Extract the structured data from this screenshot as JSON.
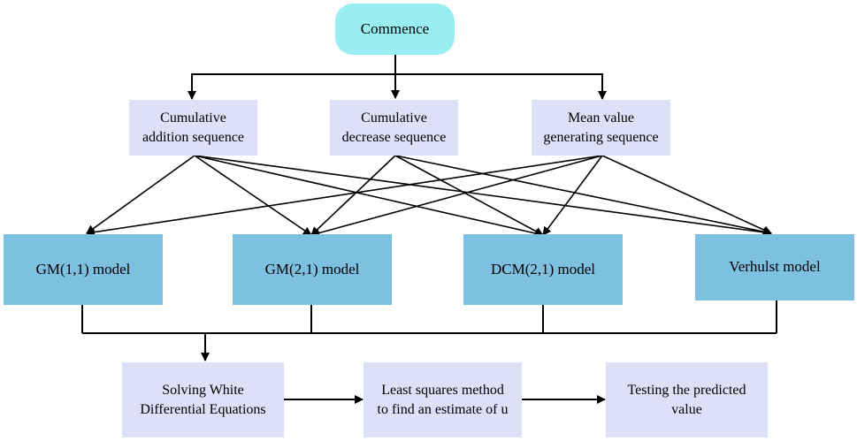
{
  "start": {
    "label": "Commence"
  },
  "sequences": [
    {
      "label": "Cumulative\naddition sequence"
    },
    {
      "label": "Cumulative\ndecrease sequence"
    },
    {
      "label": "Mean value\ngenerating sequence"
    }
  ],
  "models": [
    {
      "label": "GM(1,1) model"
    },
    {
      "label": "GM(2,1) model"
    },
    {
      "label": "DCM(2,1) model"
    },
    {
      "label": "Verhulst model"
    }
  ],
  "steps": [
    {
      "label": "Solving White\nDifferential Equations"
    },
    {
      "label": "Least squares method\nto find an estimate of u"
    },
    {
      "label": "Testing the predicted\nvalue"
    }
  ],
  "colors": {
    "start_fill": "#99eef2",
    "sequence_fill": "#dde0f6",
    "model_fill": "#7ec0e0",
    "step_fill": "#dde0f6",
    "line": "#000000"
  }
}
